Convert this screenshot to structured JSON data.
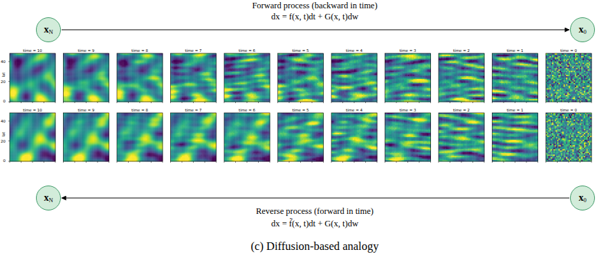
{
  "diagram": {
    "caption": "(c) Diffusion-based analogy",
    "nodes": [
      {
        "text": [
          "x",
          "N"
        ]
      },
      {
        "text": [
          "x",
          "0"
        ]
      },
      {
        "text": [
          "x",
          "N"
        ]
      },
      {
        "text": [
          "x",
          "0"
        ]
      }
    ],
    "edges": [
      {
        "from": 0,
        "to": 1,
        "arrow": "to"
      },
      {
        "from": 3,
        "to": 2,
        "arrow": "to"
      }
    ],
    "labels": [
      "Forward process (backward in time)",
      "dx = f(x, t)dt + G(x, t)dw",
      "time = 10",
      "time = 9",
      "time = 8",
      "time = 7",
      "time = 6",
      "time = 5",
      "time = 4",
      "time = 3",
      "time = 2",
      "time = 1",
      "time = 0",
      "lat",
      "40",
      "20",
      "0",
      "time = 10",
      "time = 9",
      "time = 8",
      "time = 7",
      "time = 6",
      "time = 5",
      "time = 4",
      "time = 3",
      "time = 2",
      "time = 1",
      "time = 0",
      "lat",
      "40",
      "20",
      "0",
      "Reverse process (forward in time)",
      "dx = f̃(x, t)dt + G(x, t)dw"
    ]
  }
}
